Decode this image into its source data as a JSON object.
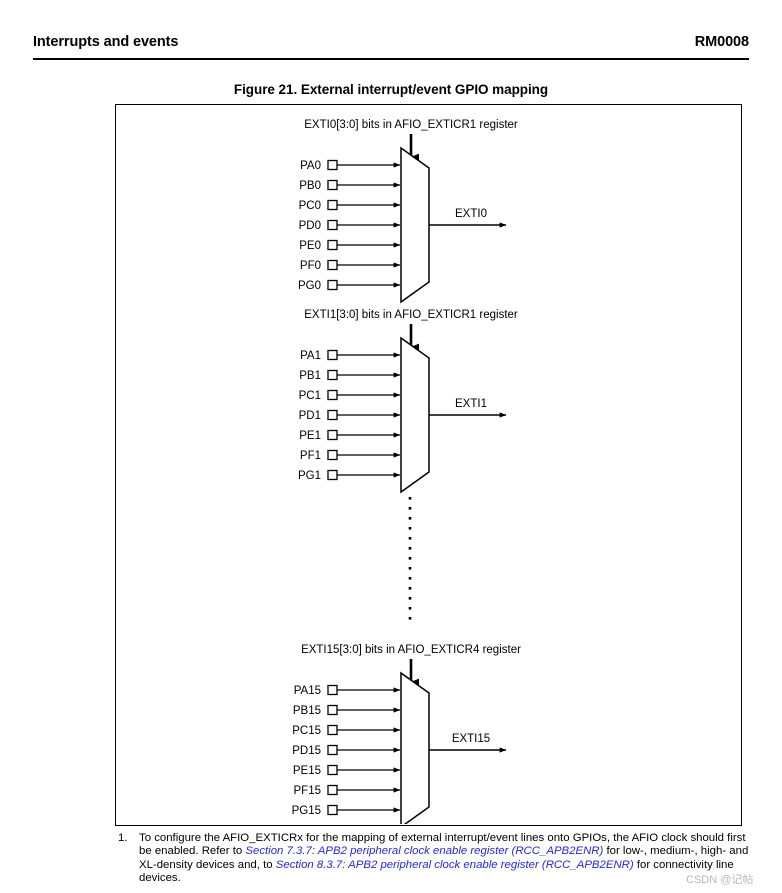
{
  "header": {
    "left_title": "Interrupts and events",
    "right_title": "RM0008"
  },
  "figure": {
    "caption": "Figure 21. External interrupt/event GPIO mapping",
    "muxes": [
      {
        "control_caption": "EXTI0[3:0] bits in AFIO_EXTICR1 register",
        "inputs": [
          "PA0",
          "PB0",
          "PC0",
          "PD0",
          "PE0",
          "PF0",
          "PG0"
        ],
        "output": "EXTI0"
      },
      {
        "control_caption": "EXTI1[3:0] bits in AFIO_EXTICR1 register",
        "inputs": [
          "PA1",
          "PB1",
          "PC1",
          "PD1",
          "PE1",
          "PF1",
          "PG1"
        ],
        "output": "EXTI1"
      },
      {
        "control_caption": "EXTI15[3:0] bits in AFIO_EXTICR4 register",
        "inputs": [
          "PA15",
          "PB15",
          "PC15",
          "PD15",
          "PE15",
          "PF15",
          "PG15"
        ],
        "output": "EXTI15"
      }
    ]
  },
  "footnote": {
    "marker": "1.",
    "part1": "To configure the AFIO_EXTICRx for the mapping of external interrupt/event lines onto GPIOs, the AFIO clock should first be enabled. Refer to ",
    "link1": "Section 7.3.7: APB2 peripheral clock enable register (RCC_APB2ENR)",
    "part2": " for low-, medium-, high- and XL-density devices and, to ",
    "link2": "Section 8.3.7: APB2 peripheral clock enable register (RCC_APB2ENR)",
    "part3": " for connectivity line devices."
  },
  "watermark": {
    "text": "CSDN @记帖"
  },
  "colors": {
    "ink": "#000000",
    "link": "#2727d6",
    "watermark": "#b8b8b8"
  }
}
